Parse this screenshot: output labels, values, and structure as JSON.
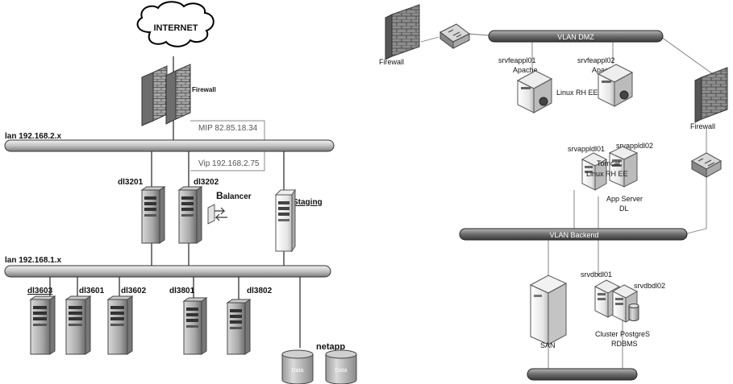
{
  "left": {
    "internet": "INTERNET",
    "firewall": "Firewall",
    "lan_top": "lan 192.168.2.x",
    "mip": "MIP 82.85.18.34",
    "vip": "Vip 192.168.2.75",
    "dl3201": "dl3201",
    "dl3202": "dl3202",
    "balancer_first": "B",
    "balancer_rest": "alancer",
    "staging": "Staging",
    "lan_bottom": "lan 192.168.1.x",
    "dl3603": "dl3603",
    "dl3601": "dl3601",
    "dl3602": "dl3602",
    "dl3801": "dl3801",
    "dl3802": "dl3802",
    "netapp": "netapp",
    "data1": "Data",
    "data2": "Data"
  },
  "right": {
    "firewall_left": "Firewall",
    "vlan_dmz": "VLAN DMZ",
    "srvfeappl01": "srvfeappl01",
    "srvfeappl02": "srvfeappl02",
    "apache1": "Apache",
    "apache2": "Apache",
    "linux_rhee_1": "Linux RH EE",
    "firewall_right": "Firewall",
    "srvappldl01": "srvappldl01",
    "srvappldl02": "srvappldl02",
    "tomcat": "Tomcat",
    "linux_rhee_2": "Linux RH EE",
    "app_server": "App Server",
    "dl": "DL",
    "vlan_backend": "VLAN Backend",
    "srvdbdl01": "srvdbdl01",
    "srvdbdl02": "srvdbdl02",
    "san": "SAN",
    "cluster": "Cluster PostgreS",
    "rdbms": "RDBMS"
  }
}
